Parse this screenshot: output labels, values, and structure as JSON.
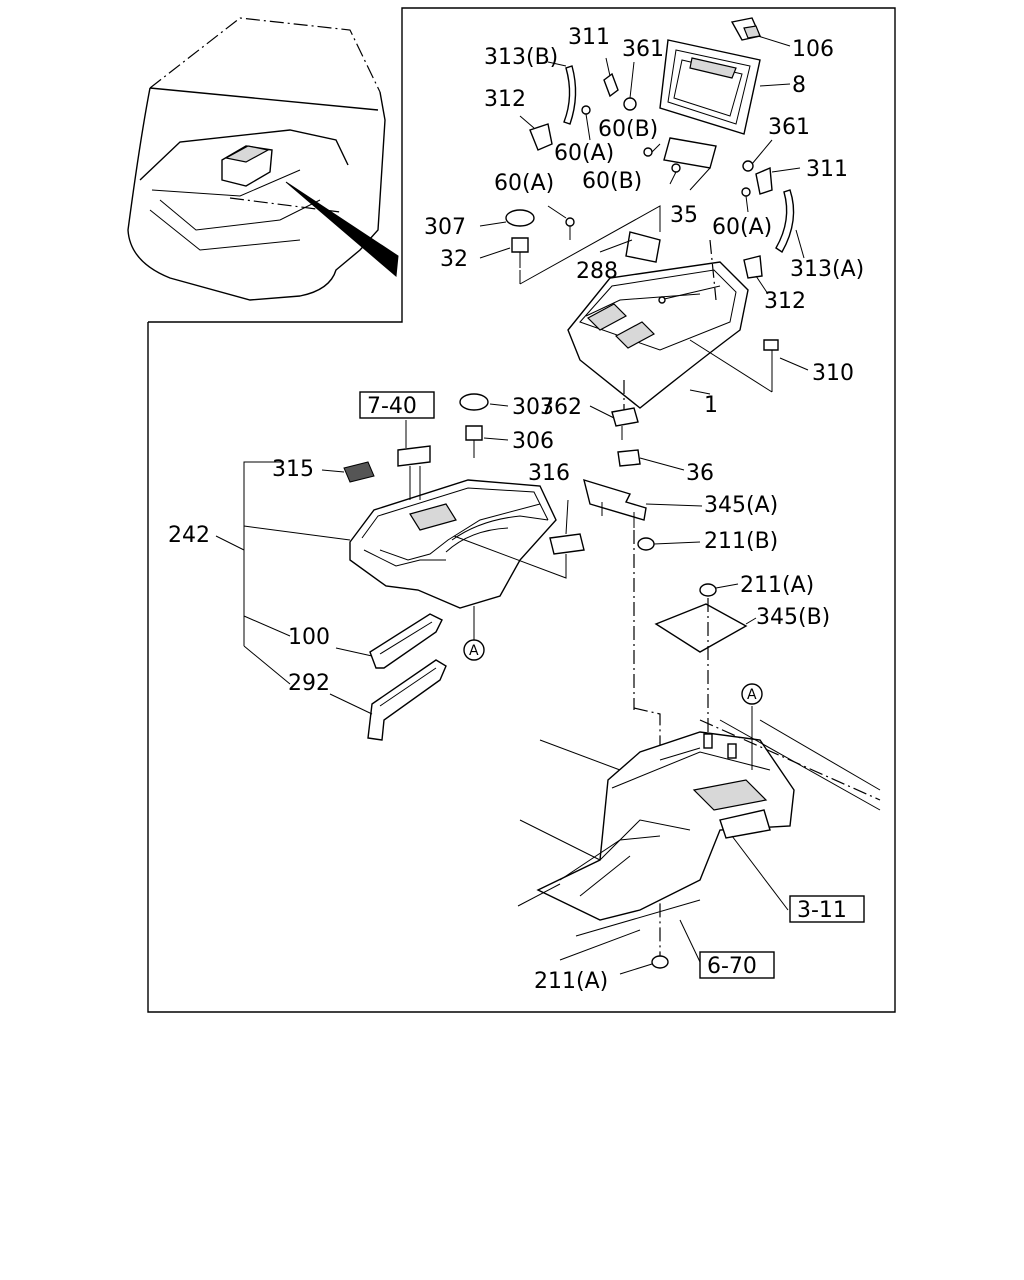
{
  "callouts": {
    "c106": "106",
    "c8": "8",
    "c313b": "313(B)",
    "c311_top": "311",
    "c361_top": "361",
    "c312_top": "312",
    "c60b_top": "60(B)",
    "c60a_top": "60(A)",
    "c361_right": "361",
    "c311_right": "311",
    "c60a_left": "60(A)",
    "c60b_mid": "60(B)",
    "c35": "35",
    "c60a_right": "60(A)",
    "c307_top": "307",
    "c32": "32",
    "c288": "288",
    "c313a": "313(A)",
    "c312_right": "312",
    "c310": "310",
    "c1": "1",
    "c362": "362",
    "c307_mid": "307",
    "c306": "306",
    "c36": "36",
    "c315": "315",
    "c316": "316",
    "c345a": "345(A)",
    "c242": "242",
    "c211b": "211(B)",
    "c211a_mid": "211(A)",
    "c345b": "345(B)",
    "c100": "100",
    "c292": "292",
    "c211a_bottom": "211(A)"
  },
  "ref_boxes": {
    "r740": "7-40",
    "r311": "3-11",
    "r670": "6-70"
  },
  "markers": {
    "a1": "A",
    "a2": "A"
  }
}
